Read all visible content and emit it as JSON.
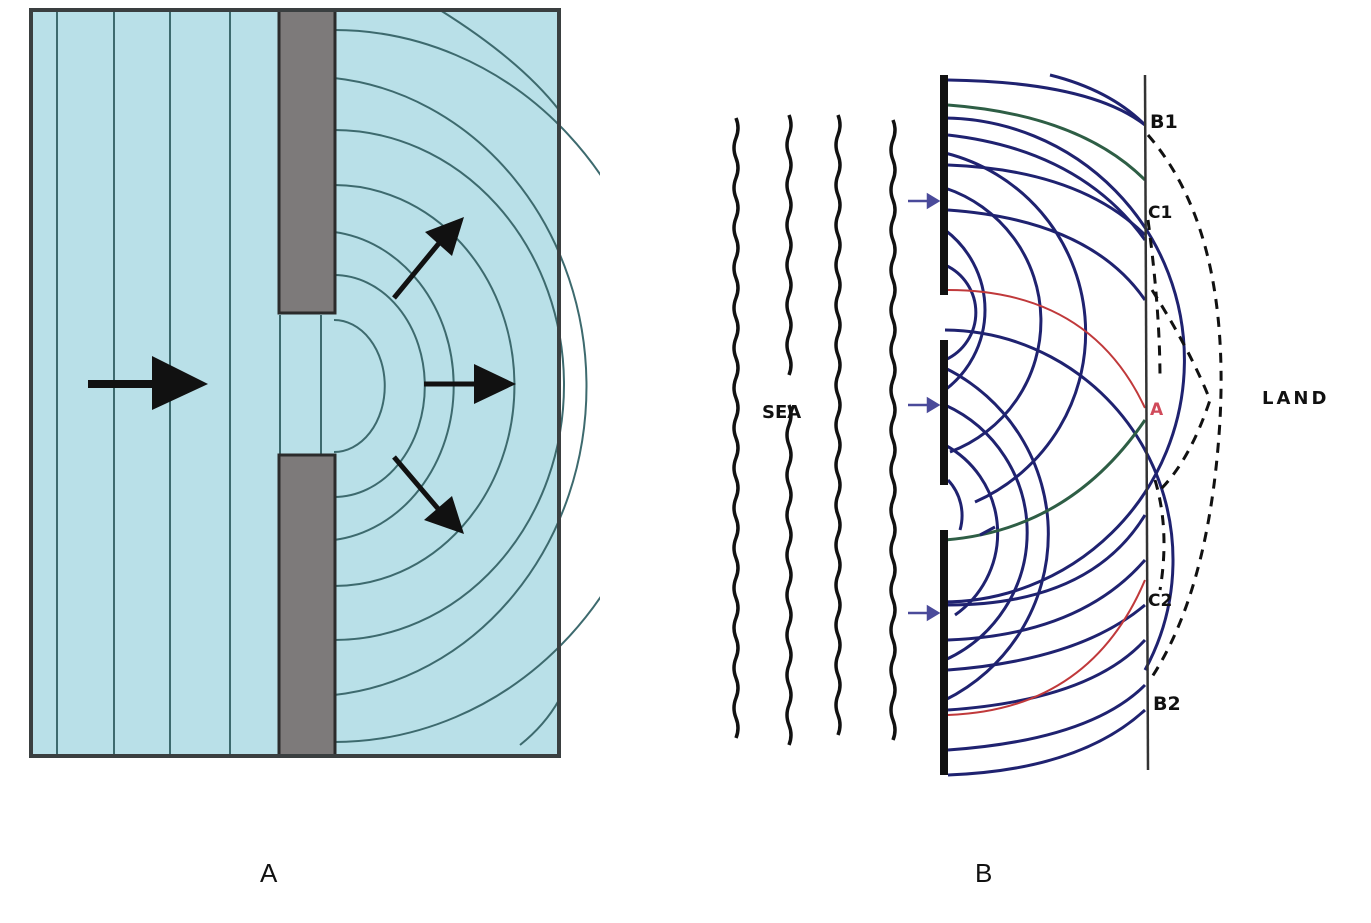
{
  "figure": {
    "panel_a": {
      "caption": "A",
      "description": "Plane waves passing through a gap in a barrier and diffracting into circular waves",
      "colors": {
        "water": "#b9e0e8",
        "barrier": "#7d7a7a",
        "wave_lines": "#3d6a6e",
        "border": "#3a3f40",
        "arrows": "#111111"
      },
      "arrows": [
        "incoming-arrow",
        "diffracted-arrow-up",
        "diffracted-arrow-right",
        "diffracted-arrow-down"
      ]
    },
    "panel_b": {
      "caption": "B",
      "labels": {
        "sea": "SEA",
        "land": "LAND",
        "b1": "B1",
        "c1": "C1",
        "a": "A",
        "c2": "C2",
        "b2": "B2"
      },
      "colors": {
        "wavefront_blue": "#1f2270",
        "wavefront_red": "#c0393b",
        "wavefront_green": "#2e5e45",
        "ink": "#111111",
        "point_a": "#d04a5a",
        "arrow": "#4a4a9a"
      }
    }
  }
}
